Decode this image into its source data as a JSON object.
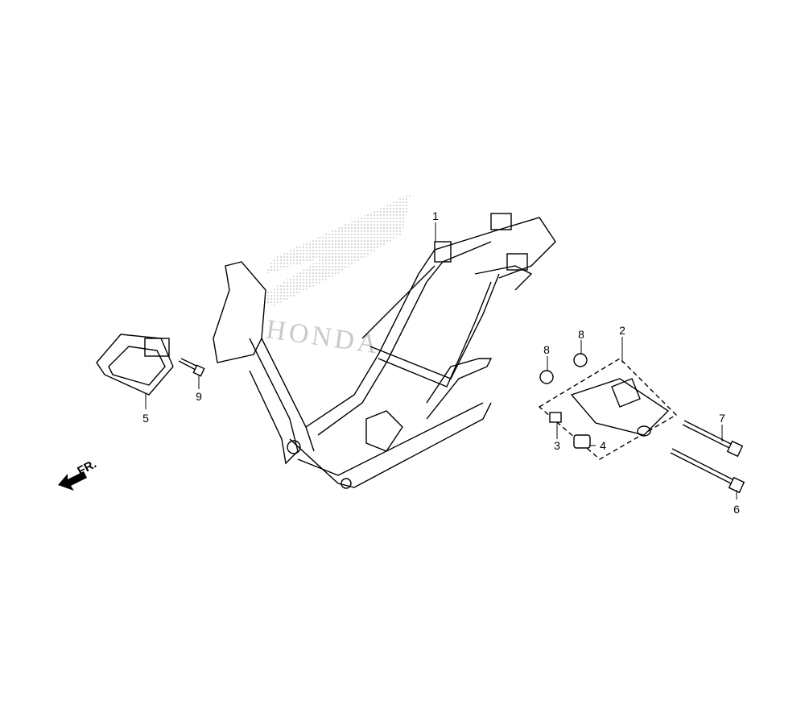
{
  "diagram": {
    "watermark": "HONDA",
    "direction_label": "FR.",
    "callouts": [
      {
        "id": "c1",
        "text": "1"
      },
      {
        "id": "c2",
        "text": "2"
      },
      {
        "id": "c3",
        "text": "3"
      },
      {
        "id": "c4",
        "text": "4"
      },
      {
        "id": "c5",
        "text": "5"
      },
      {
        "id": "c6",
        "text": "6"
      },
      {
        "id": "c7",
        "text": "7"
      },
      {
        "id": "c8a",
        "text": "8"
      },
      {
        "id": "c8b",
        "text": "8"
      },
      {
        "id": "c9",
        "text": "9"
      }
    ]
  }
}
